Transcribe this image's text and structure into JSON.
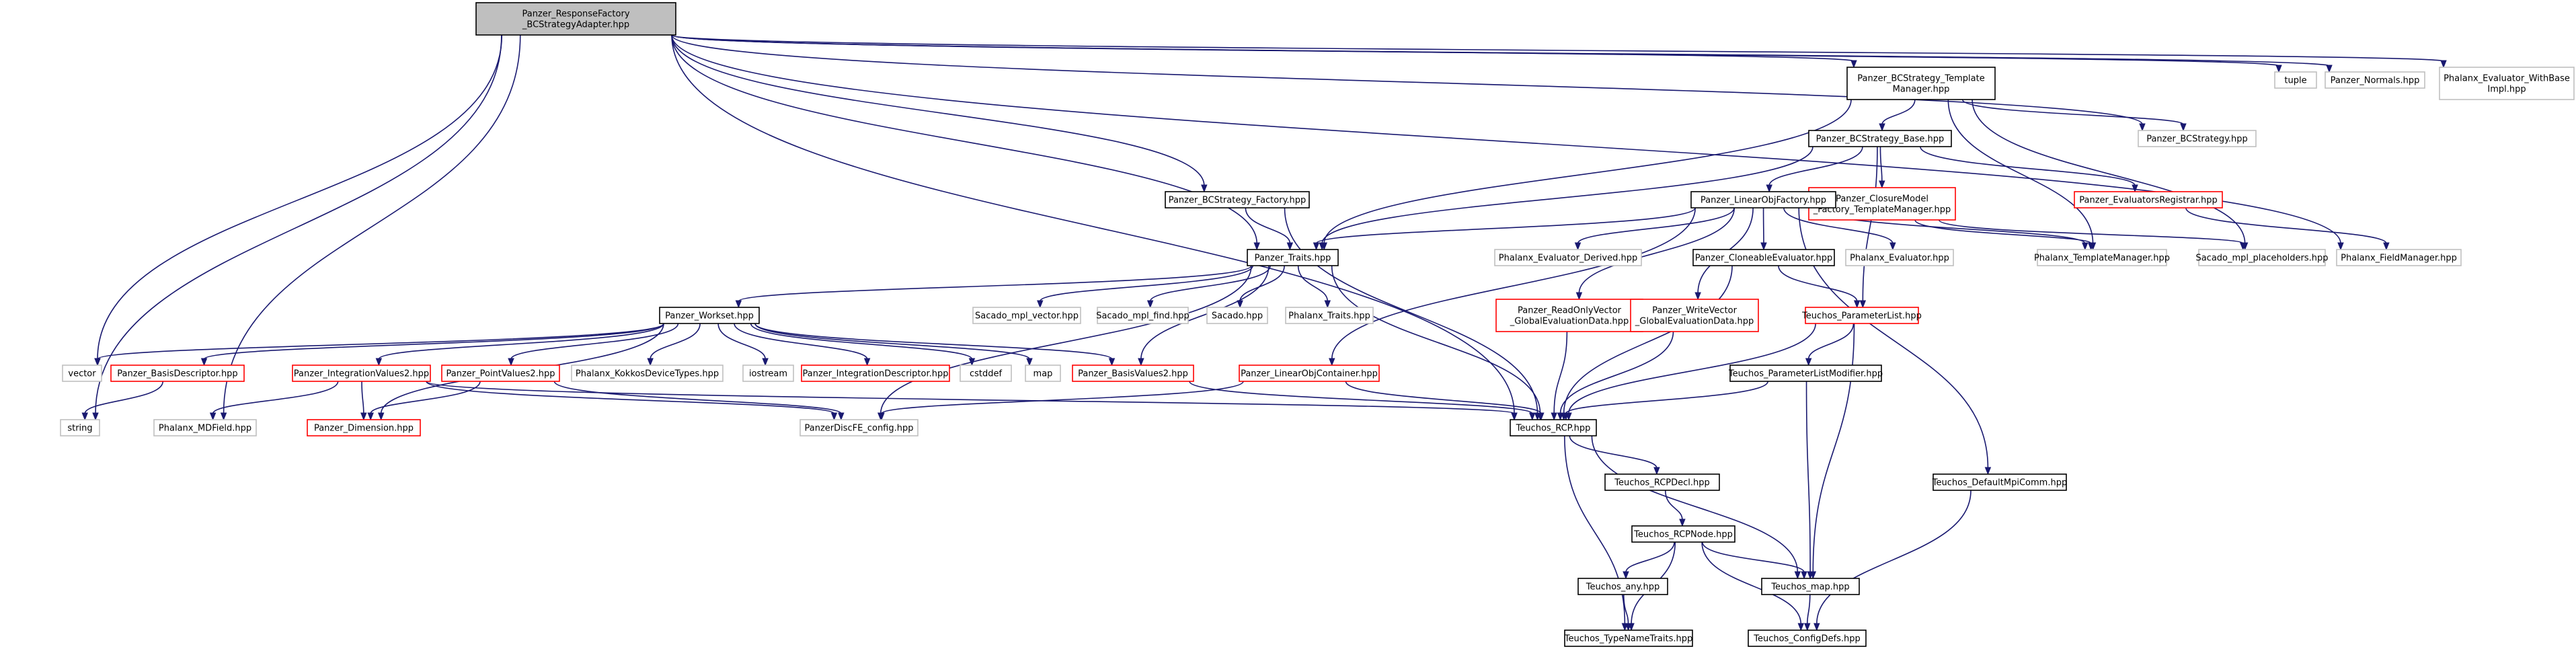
{
  "colors": {
    "edge": "#191970",
    "root_fill": "#bfbfbf",
    "root_border": "#000000",
    "doc_border": "#000000",
    "nodoc_border": "#bfbfbf",
    "truncated_border": "#ff0000",
    "box_fill": "#ffffff"
  },
  "nodes": [
    {
      "id": "root",
      "lines": [
        "Panzer_ResponseFactory",
        "_BCStrategyAdapter.hpp"
      ],
      "style": "root"
    },
    {
      "id": "tuple",
      "lines": [
        "tuple"
      ],
      "style": "nodoc"
    },
    {
      "id": "normals",
      "lines": [
        "Panzer_Normals.hpp"
      ],
      "style": "nodoc"
    },
    {
      "id": "withbase",
      "lines": [
        "Phalanx_Evaluator_WithBase",
        "Impl.hpp"
      ],
      "style": "nodoc"
    },
    {
      "id": "tmplmgr",
      "lines": [
        "Panzer_BCStrategy_Template",
        "Manager.hpp"
      ],
      "style": "doc"
    },
    {
      "id": "bcstrategy",
      "lines": [
        "Panzer_BCStrategy.hpp"
      ],
      "style": "nodoc"
    },
    {
      "id": "bcbase",
      "lines": [
        "Panzer_BCStrategy_Base.hpp"
      ],
      "style": "doc"
    },
    {
      "id": "bcfactory",
      "lines": [
        "Panzer_BCStrategy_Factory.hpp"
      ],
      "style": "doc"
    },
    {
      "id": "closure",
      "lines": [
        "Panzer_ClosureModel",
        "_Factory_TemplateManager.hpp"
      ],
      "style": "truncated"
    },
    {
      "id": "evalreg",
      "lines": [
        "Panzer_EvaluatorsRegistrar.hpp"
      ],
      "style": "truncated"
    },
    {
      "id": "linobjfac",
      "lines": [
        "Panzer_LinearObjFactory.hpp"
      ],
      "style": "doc"
    },
    {
      "id": "traits",
      "lines": [
        "Panzer_Traits.hpp"
      ],
      "style": "doc"
    },
    {
      "id": "evalderived",
      "lines": [
        "Phalanx_Evaluator_Derived.hpp"
      ],
      "style": "nodoc"
    },
    {
      "id": "cloneable",
      "lines": [
        "Panzer_CloneableEvaluator.hpp"
      ],
      "style": "doc"
    },
    {
      "id": "phxeval",
      "lines": [
        "Phalanx_Evaluator.hpp"
      ],
      "style": "nodoc"
    },
    {
      "id": "phxtmpl",
      "lines": [
        "Phalanx_TemplateManager.hpp"
      ],
      "style": "nodoc"
    },
    {
      "id": "mplph",
      "lines": [
        "Sacado_mpl_placeholders.hpp"
      ],
      "style": "nodoc"
    },
    {
      "id": "fieldmgr",
      "lines": [
        "Phalanx_FieldManager.hpp"
      ],
      "style": "nodoc"
    },
    {
      "id": "mplvector",
      "lines": [
        "Sacado_mpl_vector.hpp"
      ],
      "style": "nodoc"
    },
    {
      "id": "mplfind",
      "lines": [
        "Sacado_mpl_find.hpp"
      ],
      "style": "nodoc"
    },
    {
      "id": "sacado",
      "lines": [
        "Sacado.hpp"
      ],
      "style": "nodoc"
    },
    {
      "id": "phxtraits",
      "lines": [
        "Phalanx_Traits.hpp"
      ],
      "style": "nodoc"
    },
    {
      "id": "readonly",
      "lines": [
        "Panzer_ReadOnlyVector",
        "_GlobalEvaluationData.hpp"
      ],
      "style": "truncated"
    },
    {
      "id": "writevec",
      "lines": [
        "Panzer_WriteVector",
        "_GlobalEvaluationData.hpp"
      ],
      "style": "truncated"
    },
    {
      "id": "paramlist",
      "lines": [
        "Teuchos_ParameterList.hpp"
      ],
      "style": "truncated"
    },
    {
      "id": "workset",
      "lines": [
        "Panzer_Workset.hpp"
      ],
      "style": "doc"
    },
    {
      "id": "vector",
      "lines": [
        "vector"
      ],
      "style": "nodoc"
    },
    {
      "id": "basisdesc",
      "lines": [
        "Panzer_BasisDescriptor.hpp"
      ],
      "style": "truncated"
    },
    {
      "id": "intval2",
      "lines": [
        "Panzer_IntegrationValues2.hpp"
      ],
      "style": "truncated"
    },
    {
      "id": "ptval2",
      "lines": [
        "Panzer_PointValues2.hpp"
      ],
      "style": "truncated"
    },
    {
      "id": "kokkos",
      "lines": [
        "Phalanx_KokkosDeviceTypes.hpp"
      ],
      "style": "nodoc"
    },
    {
      "id": "iostream",
      "lines": [
        "iostream"
      ],
      "style": "nodoc"
    },
    {
      "id": "intdesc",
      "lines": [
        "Panzer_IntegrationDescriptor.hpp"
      ],
      "style": "truncated"
    },
    {
      "id": "cstddef",
      "lines": [
        "cstddef"
      ],
      "style": "nodoc"
    },
    {
      "id": "map",
      "lines": [
        "map"
      ],
      "style": "nodoc"
    },
    {
      "id": "basisval2",
      "lines": [
        "Panzer_BasisValues2.hpp"
      ],
      "style": "truncated"
    },
    {
      "id": "linobjcont",
      "lines": [
        "Panzer_LinearObjContainer.hpp"
      ],
      "style": "truncated"
    },
    {
      "id": "plmod",
      "lines": [
        "Teuchos_ParameterListModifier.hpp"
      ],
      "style": "doc"
    },
    {
      "id": "string",
      "lines": [
        "string"
      ],
      "style": "nodoc"
    },
    {
      "id": "mdfield",
      "lines": [
        "Phalanx_MDField.hpp"
      ],
      "style": "nodoc"
    },
    {
      "id": "dimension",
      "lines": [
        "Panzer_Dimension.hpp"
      ],
      "style": "truncated"
    },
    {
      "id": "discfe",
      "lines": [
        "PanzerDiscFE_config.hpp"
      ],
      "style": "nodoc"
    },
    {
      "id": "rcp",
      "lines": [
        "Teuchos_RCP.hpp"
      ],
      "style": "doc"
    },
    {
      "id": "rcpdecl",
      "lines": [
        "Teuchos_RCPDecl.hpp"
      ],
      "style": "doc"
    },
    {
      "id": "defmpi",
      "lines": [
        "Teuchos_DefaultMpiComm.hpp"
      ],
      "style": "doc"
    },
    {
      "id": "rcpnode",
      "lines": [
        "Teuchos_RCPNode.hpp"
      ],
      "style": "doc"
    },
    {
      "id": "any",
      "lines": [
        "Teuchos_any.hpp"
      ],
      "style": "doc"
    },
    {
      "id": "tmap",
      "lines": [
        "Teuchos_map.hpp"
      ],
      "style": "doc"
    },
    {
      "id": "typename",
      "lines": [
        "Teuchos_TypeNameTraits.hpp"
      ],
      "style": "doc"
    },
    {
      "id": "configdefs",
      "lines": [
        "Teuchos_ConfigDefs.hpp"
      ],
      "style": "doc"
    }
  ],
  "edges": [
    [
      "root",
      "tuple"
    ],
    [
      "root",
      "normals"
    ],
    [
      "root",
      "withbase"
    ],
    [
      "root",
      "tmplmgr"
    ],
    [
      "root",
      "bcstrategy"
    ],
    [
      "root",
      "bcfactory"
    ],
    [
      "root",
      "traits"
    ],
    [
      "root",
      "fieldmgr"
    ],
    [
      "root",
      "rcp"
    ],
    [
      "root",
      "vector"
    ],
    [
      "root",
      "string"
    ],
    [
      "root",
      "mdfield"
    ],
    [
      "tmplmgr",
      "bcbase"
    ],
    [
      "tmplmgr",
      "bcstrategy"
    ],
    [
      "tmplmgr",
      "traits"
    ],
    [
      "tmplmgr",
      "phxtmpl"
    ],
    [
      "tmplmgr",
      "mplph"
    ],
    [
      "bcbase",
      "closure"
    ],
    [
      "bcbase",
      "evalreg"
    ],
    [
      "bcbase",
      "linobjfac"
    ],
    [
      "bcbase",
      "traits"
    ],
    [
      "bcbase",
      "paramlist"
    ],
    [
      "bcfactory",
      "traits"
    ],
    [
      "bcfactory",
      "rcp"
    ],
    [
      "closure",
      "phxtmpl"
    ],
    [
      "closure",
      "mplph"
    ],
    [
      "evalreg",
      "fieldmgr"
    ],
    [
      "linobjfac",
      "traits"
    ],
    [
      "linobjfac",
      "evalderived"
    ],
    [
      "linobjfac",
      "cloneable"
    ],
    [
      "linobjfac",
      "phxeval"
    ],
    [
      "linobjfac",
      "phxtmpl"
    ],
    [
      "linobjfac",
      "readonly"
    ],
    [
      "linobjfac",
      "writevec"
    ],
    [
      "linobjfac",
      "linobjcont"
    ],
    [
      "linobjfac",
      "defmpi"
    ],
    [
      "cloneable",
      "paramlist"
    ],
    [
      "cloneable",
      "rcp"
    ],
    [
      "traits",
      "workset"
    ],
    [
      "traits",
      "mplvector"
    ],
    [
      "traits",
      "mplfind"
    ],
    [
      "traits",
      "sacado"
    ],
    [
      "traits",
      "phxtraits"
    ],
    [
      "traits",
      "rcp"
    ],
    [
      "traits",
      "basisval2"
    ],
    [
      "traits",
      "discfe"
    ],
    [
      "readonly",
      "rcp"
    ],
    [
      "writevec",
      "rcp"
    ],
    [
      "paramlist",
      "plmod"
    ],
    [
      "paramlist",
      "rcp"
    ],
    [
      "paramlist",
      "tmap"
    ],
    [
      "workset",
      "vector"
    ],
    [
      "workset",
      "basisdesc"
    ],
    [
      "workset",
      "intval2"
    ],
    [
      "workset",
      "ptval2"
    ],
    [
      "workset",
      "kokkos"
    ],
    [
      "workset",
      "iostream"
    ],
    [
      "workset",
      "intdesc"
    ],
    [
      "workset",
      "cstddef"
    ],
    [
      "workset",
      "map"
    ],
    [
      "workset",
      "basisval2"
    ],
    [
      "workset",
      "dimension"
    ],
    [
      "basisdesc",
      "string"
    ],
    [
      "intval2",
      "mdfield"
    ],
    [
      "intval2",
      "dimension"
    ],
    [
      "intval2",
      "discfe"
    ],
    [
      "intval2",
      "rcp"
    ],
    [
      "ptval2",
      "dimension"
    ],
    [
      "ptval2",
      "discfe"
    ],
    [
      "basisval2",
      "rcp"
    ],
    [
      "linobjcont",
      "discfe"
    ],
    [
      "linobjcont",
      "rcp"
    ],
    [
      "plmod",
      "rcp"
    ],
    [
      "plmod",
      "tmap"
    ],
    [
      "rcp",
      "rcpdecl"
    ],
    [
      "rcp",
      "tmap"
    ],
    [
      "rcp",
      "typename"
    ],
    [
      "rcpdecl",
      "rcpnode"
    ],
    [
      "rcpnode",
      "any"
    ],
    [
      "rcpnode",
      "tmap"
    ],
    [
      "rcpnode",
      "typename"
    ],
    [
      "rcpnode",
      "configdefs"
    ],
    [
      "any",
      "typename"
    ],
    [
      "tmap",
      "configdefs"
    ],
    [
      "defmpi",
      "configdefs"
    ]
  ]
}
